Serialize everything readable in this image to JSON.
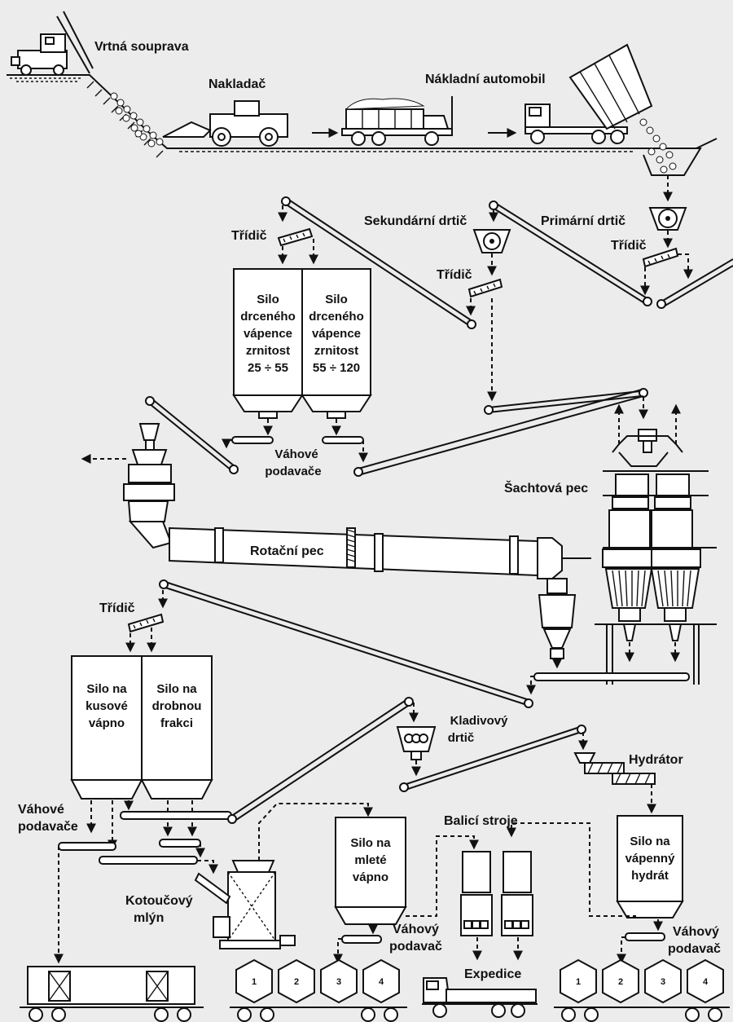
{
  "labels": {
    "drill_rig": "Vrtná souprava",
    "loader": "Nakladač",
    "truck": "Nákladní automobil",
    "secondary_crusher": "Sekundární drtič",
    "primary_crusher": "Primární drtič",
    "screen_1": "Třídič",
    "screen_2": "Třídič",
    "screen_3": "Třídič",
    "screen_4": "Třídič",
    "silo_fine": [
      "Silo",
      "drceného",
      "vápence",
      "zrnitost",
      "25 ÷ 55"
    ],
    "silo_coarse": [
      "Silo",
      "drceného",
      "vápence",
      "zrnitost",
      "55 ÷ 120"
    ],
    "weigh_feeders_1": [
      "Váhové",
      "podavače"
    ],
    "shaft_kiln": "Šachtová pec",
    "rotary_kiln": "Rotační pec",
    "silo_lump_lime": [
      "Silo na",
      "kusové",
      "vápno"
    ],
    "silo_fine_fraction": [
      "Silo na",
      "drobnou",
      "frakci"
    ],
    "hammer_crusher": [
      "Kladivový",
      "drtič"
    ],
    "hydrator": "Hydrátor",
    "weigh_feeders_2": [
      "Váhové",
      "podavače"
    ],
    "packing_machines": "Balicí stroje",
    "silo_ground_lime": [
      "Silo na",
      "mleté",
      "vápno"
    ],
    "silo_hydrate": [
      "Silo na",
      "vápenný",
      "hydrát"
    ],
    "disc_mill": [
      "Kotoučový",
      "mlýn"
    ],
    "weigh_feeder_a": [
      "Váhový",
      "podavač"
    ],
    "weigh_feeder_b": [
      "Váhový",
      "podavač"
    ],
    "dispatch": "Expedice",
    "wagon_numbers_left": [
      "1",
      "2",
      "3",
      "4"
    ],
    "wagon_numbers_right": [
      "1",
      "2",
      "3",
      "4"
    ]
  }
}
